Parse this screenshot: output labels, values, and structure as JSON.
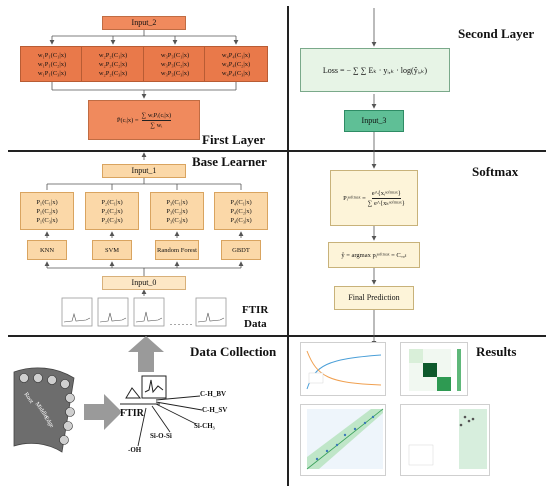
{
  "sections": {
    "first_layer": "First Layer",
    "second_layer": "Second Layer",
    "base_learner": "Base Learner",
    "softmax": "Softmax",
    "data_collection": "Data Collection",
    "results": "Results"
  },
  "first_layer": {
    "input_label": "Input_2",
    "groups": [
      [
        "w₁P₁(C₁|x)",
        "w₁P₁(C₂|x)",
        "w₁P₁(C₃|x)"
      ],
      [
        "w₂P₂(C₁|x)",
        "w₂P₂(C₂|x)",
        "w₂P₂(C₃|x)"
      ],
      [
        "w₃P₃(C₁|x)",
        "w₃P₃(C₂|x)",
        "w₃P₃(C₃|x)"
      ],
      [
        "w₄P₄(C₁|x)",
        "w₄P₄(C₂|x)",
        "w₄P₄(C₃|x)"
      ]
    ],
    "formula_lhs": "P̄(cᵢ|x) =",
    "formula_num": "∑ wᵢPᵢ(cᵢ|x)",
    "formula_den": "∑ wᵢ"
  },
  "base_learner": {
    "input_label": "Input_1",
    "groups": [
      [
        "P₁(C₁|x)",
        "P₁(C₂|x)",
        "P₁(C₃|x)"
      ],
      [
        "P₂(C₁|x)",
        "P₂(C₂|x)",
        "P₂(C₃|x)"
      ],
      [
        "P₃(C₁|x)",
        "P₃(C₂|x)",
        "P₃(C₃|x)"
      ],
      [
        "P₄(C₁|x)",
        "P₄(C₂|x)",
        "P₄(C₃|x)"
      ]
    ],
    "models": [
      "KNN",
      "SVM",
      "Random Forest",
      "GBDT"
    ],
    "input0_label": "Input_0",
    "dots": ". . . . . .",
    "ftir_label": "FTIR",
    "data_label": "Data"
  },
  "second_layer": {
    "loss_formula": "Loss = − ∑ ∑ Eₖ · yᵢ,ₖ · log(ŷᵢ,ₖ)",
    "input_label": "Input_3"
  },
  "softmax": {
    "formula_lhs": "Pᵢˢᵒᶠᵗᵐᵃˣ =",
    "formula_num": "e^{xᵢˢᵒᶠᵗᵐᵃˣ}",
    "formula_den": "∑ e^{xₖˢᵒᶠᵗᵐᵃˣ}",
    "argmax": "ŷ = argmax pᵢˢᵒᶠᵗᵐᵃˣ = Cₒᵤₜ",
    "final": "Final Prediction"
  },
  "data_collection": {
    "sample_labels": [
      "Root",
      "Middle",
      "Edge"
    ],
    "ftir_label": "FTIR",
    "bonds": [
      "C-H_BV",
      "C-H_SV",
      "Si-CH₃",
      "Si-O-Si",
      "-OH"
    ]
  },
  "colors": {
    "orange": "#f08a5d",
    "peach": "#fbd8a8",
    "green": "#5fbf96",
    "ivory": "#fdf4d9",
    "arrow": "#9a9a9a"
  }
}
